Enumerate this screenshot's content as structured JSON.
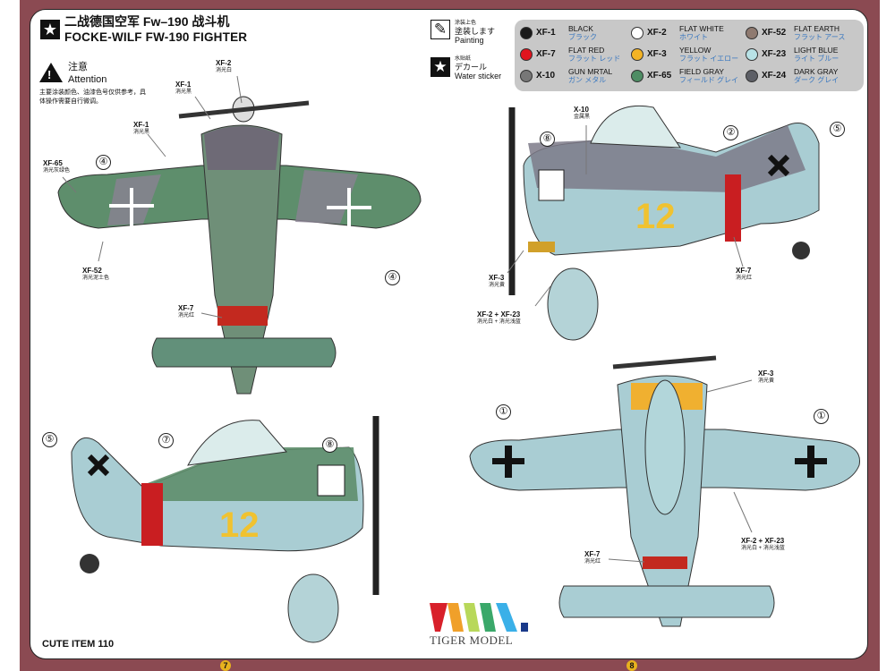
{
  "header": {
    "title_cn": "二战德国空军 Fw–190 战斗机",
    "title_en": "FOCKE-WILF FW-190 FIGHTER"
  },
  "attention": {
    "title_cn": "注意",
    "title_en": "Attention",
    "note": "主要涂装颜色、油漆色号仅供参考，具体操作需要自行微调。"
  },
  "legend": [
    {
      "small": "涂装上色",
      "jp": "塗装します",
      "en": "Painting",
      "icon": "brush-icon"
    },
    {
      "small": "水贴纸",
      "jp": "デカール",
      "en": "Water sticker",
      "icon": "star-icon"
    }
  ],
  "palette": [
    {
      "code": "XF-1",
      "name": "BLACK",
      "jp": "ブラック",
      "color": "#1a1a1a"
    },
    {
      "code": "XF-2",
      "name": "FLAT WHITE",
      "jp": "ホワイト",
      "color": "#ffffff"
    },
    {
      "code": "XF-52",
      "name": "FLAT EARTH",
      "jp": "フラット アース",
      "color": "#8f7a70"
    },
    {
      "code": "XF-7",
      "name": "FLAT RED",
      "jp": "フラット レッド",
      "color": "#e0141e"
    },
    {
      "code": "XF-3",
      "name": "YELLOW",
      "jp": "フラット イエロー",
      "color": "#f3b324"
    },
    {
      "code": "XF-23",
      "name": "LIGHT BLUE",
      "jp": "ライト ブルー",
      "color": "#b8e2e6"
    },
    {
      "code": "X-10",
      "name": "GUN MRTAL",
      "jp": "ガン メタル",
      "color": "#777777"
    },
    {
      "code": "XF-65",
      "name": "FIELD GRAY",
      "jp": "フィールド グレイ",
      "color": "#4e8d64"
    },
    {
      "code": "XF-24",
      "name": "DARK GRAY",
      "jp": "ダーク グレイ",
      "color": "#5d5f66"
    }
  ],
  "callouts": [
    {
      "code": "XF-2",
      "cn": "消光白"
    },
    {
      "code": "XF-1",
      "cn": "消光黑"
    },
    {
      "code": "XF-1",
      "cn": "消光黑"
    },
    {
      "code": "XF-65",
      "cn": "消光灰绿色"
    },
    {
      "code": "XF-52",
      "cn": "消光泥土色"
    },
    {
      "code": "XF-7",
      "cn": "消光红"
    },
    {
      "code": "X-10",
      "cn": "金属黑"
    },
    {
      "code": "XF-3",
      "cn": "消光黄"
    },
    {
      "code": "XF-2 + XF-23",
      "cn": "消光白 + 消光浅蓝"
    },
    {
      "code": "XF-7",
      "cn": "消光红"
    },
    {
      "code": "XF-3",
      "cn": "消光黄"
    },
    {
      "code": "XF-2 + XF-23",
      "cn": "消光白 + 消光浅蓝"
    },
    {
      "code": "XF-7",
      "cn": "消光红"
    }
  ],
  "decals": [
    "④",
    "④",
    "⑧",
    "②",
    "⑤",
    "⑤",
    "⑦",
    "⑧",
    "①",
    "①"
  ],
  "aircraft_number": "12",
  "footer": {
    "item": "CUTE ITEM  110",
    "brand": "TIGER MODEL",
    "page_left": "7",
    "page_right": "8"
  }
}
